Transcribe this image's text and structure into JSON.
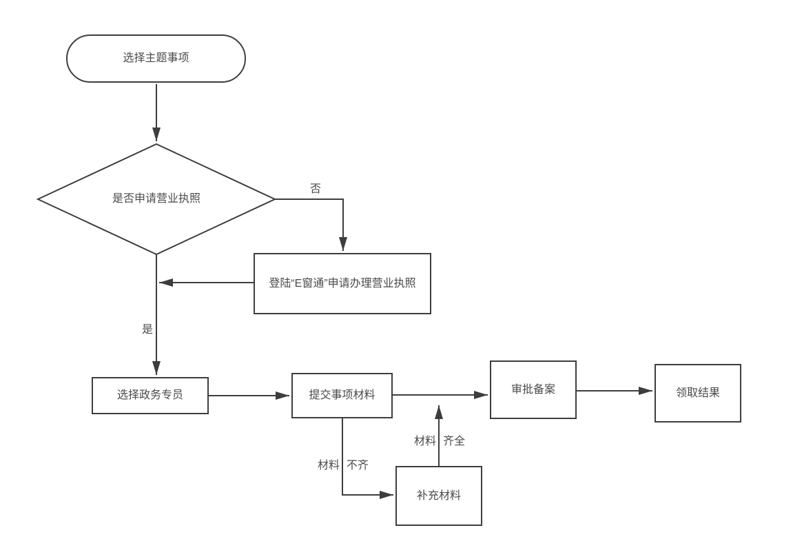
{
  "diagram": {
    "type": "flowchart",
    "background": "#ffffff",
    "colors": {
      "line": "#3d3d3d",
      "border": "#3d3d3d",
      "text": "#4a4a4a",
      "node_fill": "#ffffff"
    },
    "nodes": {
      "start": {
        "label": "选择主题事项",
        "shape": "terminator"
      },
      "decision": {
        "label": "是否申请营业执照",
        "shape": "decision"
      },
      "ewindow": {
        "label": "登陆“E窗通”申请办理营业执照",
        "shape": "process"
      },
      "specialist": {
        "label": "选择政务专员",
        "shape": "process"
      },
      "submit": {
        "label": "提交事项材料",
        "shape": "process"
      },
      "approval": {
        "label": "审批备案",
        "shape": "process"
      },
      "result": {
        "label": "领取结果",
        "shape": "process"
      },
      "supplement": {
        "label": "补充材料",
        "shape": "process"
      }
    },
    "edge_labels": {
      "no": "否",
      "yes": "是",
      "materials_incomplete": {
        "word1": "材料",
        "word2": "不齐"
      },
      "materials_complete": {
        "word1": "材料",
        "word2": "齐全"
      }
    },
    "edges": [
      {
        "from": "start",
        "to": "decision",
        "label": ""
      },
      {
        "from": "decision",
        "to": "ewindow",
        "label": "否"
      },
      {
        "from": "ewindow",
        "to": "decision-下行主线",
        "label": ""
      },
      {
        "from": "decision",
        "to": "specialist",
        "label": "是"
      },
      {
        "from": "specialist",
        "to": "submit",
        "label": ""
      },
      {
        "from": "submit",
        "to": "approval",
        "label": ""
      },
      {
        "from": "approval",
        "to": "result",
        "label": ""
      },
      {
        "from": "submit",
        "to": "supplement",
        "label": "材料 不齐"
      },
      {
        "from": "supplement",
        "to": "approval-连线",
        "label": "材料 齐全"
      }
    ]
  }
}
